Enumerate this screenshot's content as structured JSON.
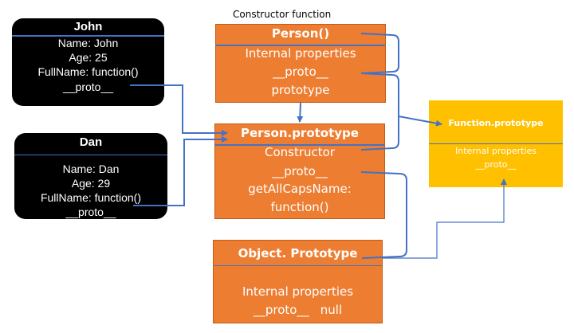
{
  "caption": "Constructor function",
  "john": {
    "title": "John",
    "lines": [
      "Name: John",
      "Age: 25",
      "FullName: function()",
      "__proto__"
    ]
  },
  "dan": {
    "title": "Dan",
    "lines": [
      "Name: Dan",
      "Age: 29",
      "FullName: function()",
      "__proto__"
    ]
  },
  "person": {
    "title": "Person()",
    "lines": [
      "Internal properties",
      "__proto__",
      "prototype"
    ]
  },
  "person_prototype": {
    "title": "Person.prototype",
    "lines": [
      "Constructor",
      "__proto__",
      "getAllCapsName:",
      "function()"
    ]
  },
  "object_prototype": {
    "title": "Object. Prototype",
    "lines": [
      "Internal properties",
      "__proto__   null"
    ]
  },
  "function_prototype": {
    "title": "Function.prototype",
    "lines": [
      "Internal properties",
      "__proto__"
    ]
  },
  "colors": {
    "object_box": "#000000",
    "prototype_box": "#ed7d31",
    "function_box": "#ffc000",
    "connector": "#4472c4"
  }
}
